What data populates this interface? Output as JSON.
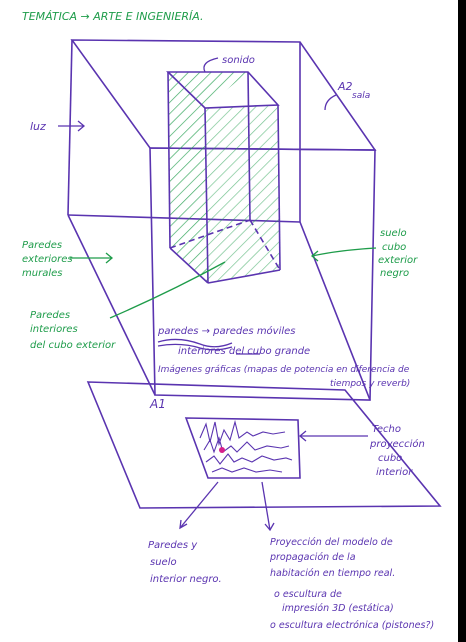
{
  "colors": {
    "ink": "#5a34b0",
    "green": "#1e9c4a",
    "hatch": "#1e9c4a",
    "red": "#d8208a"
  },
  "header": {
    "title": "TEMÁTICA → ARTE E INGENIERÍA."
  },
  "top": {
    "label_sonido": "sonido",
    "label_a2": "A2",
    "label_sala": "sala",
    "label_luz": "luz",
    "green_left": [
      "Paredes",
      "exteriores",
      "murales"
    ],
    "green_right": [
      "suelo",
      "cubo",
      "exterior",
      "negro"
    ],
    "green_bottom": [
      "Paredes",
      "interiores",
      "del cubo exterior"
    ]
  },
  "notes": {
    "line1": "paredes → paredes móviles",
    "line2": "interiores del cubo grande",
    "line3": "Imágenes gráficas (mapas de potencia en diferencia de",
    "line4": "tiempos y reverb)"
  },
  "bottom": {
    "label_a1": "A1",
    "techo": [
      "Techo",
      "proyección",
      "cubo",
      "interior"
    ],
    "suelo": [
      "Paredes y",
      "suelo",
      "interior negro."
    ],
    "proyeccion": [
      "Proyección del modelo de",
      "propagación de la",
      "habitación en tiempo real.",
      "o escultura de",
      "impresión 3D (estática)",
      "o escultura electrónica (pistones?)"
    ]
  }
}
